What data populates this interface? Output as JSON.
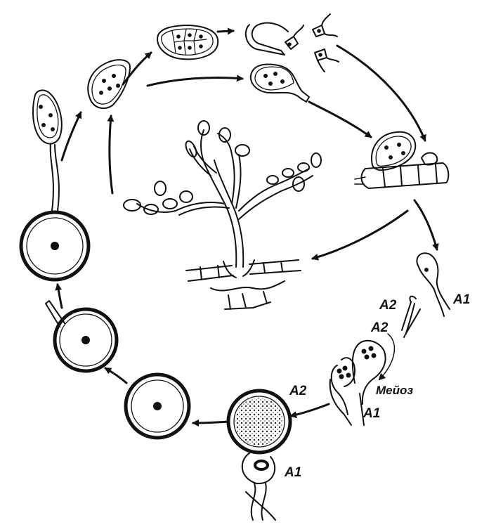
{
  "diagram": {
    "type": "life-cycle",
    "labels": {
      "a1_top": "A1",
      "a2_upper": "A2",
      "a2_lower": "A2",
      "meiosis": "Мейоз",
      "a1_mid": "A1",
      "a2_oospore": "A2",
      "a1_bottom": "A1"
    },
    "colors": {
      "ink": "#111111",
      "paper": "#ffffff"
    }
  }
}
